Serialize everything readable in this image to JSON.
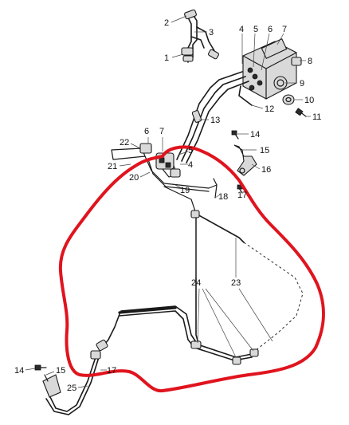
{
  "colors": {
    "background": "#ffffff",
    "line": "#1a1a1a",
    "highlight": "#e0141e"
  },
  "callouts": [
    {
      "id": "c1",
      "text": "1"
    },
    {
      "id": "c2",
      "text": "2"
    },
    {
      "id": "c3",
      "text": "3"
    },
    {
      "id": "c4a",
      "text": "4"
    },
    {
      "id": "c5a",
      "text": "5"
    },
    {
      "id": "c6a",
      "text": "6"
    },
    {
      "id": "c7a",
      "text": "7"
    },
    {
      "id": "c8",
      "text": "8"
    },
    {
      "id": "c9",
      "text": "9"
    },
    {
      "id": "c10",
      "text": "10"
    },
    {
      "id": "c11",
      "text": "11"
    },
    {
      "id": "c12",
      "text": "12"
    },
    {
      "id": "c13",
      "text": "13"
    },
    {
      "id": "c14a",
      "text": "14"
    },
    {
      "id": "c15a",
      "text": "15"
    },
    {
      "id": "c16",
      "text": "16"
    },
    {
      "id": "c17a",
      "text": "17"
    },
    {
      "id": "c6b",
      "text": "6"
    },
    {
      "id": "c7b",
      "text": "7"
    },
    {
      "id": "c5b",
      "text": "5"
    },
    {
      "id": "c4b",
      "text": "4"
    },
    {
      "id": "c22",
      "text": "22"
    },
    {
      "id": "c21",
      "text": "21"
    },
    {
      "id": "c20",
      "text": "20"
    },
    {
      "id": "c19",
      "text": "19"
    },
    {
      "id": "c18",
      "text": "18"
    },
    {
      "id": "c24",
      "text": "24"
    },
    {
      "id": "c23",
      "text": "23"
    },
    {
      "id": "c14b",
      "text": "14"
    },
    {
      "id": "c15b",
      "text": "15"
    },
    {
      "id": "c17b",
      "text": "17"
    },
    {
      "id": "c25",
      "text": "25"
    }
  ]
}
